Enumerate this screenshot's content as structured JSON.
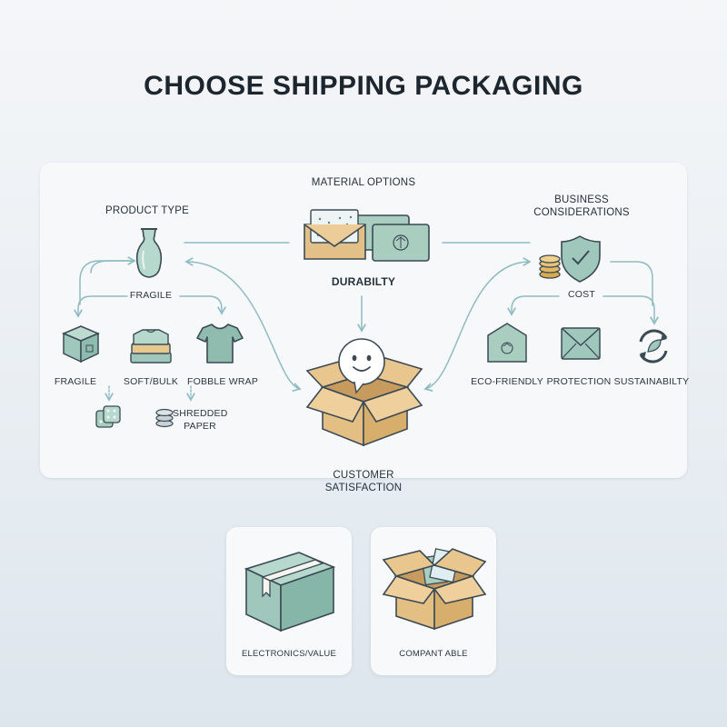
{
  "title": "CHOOSE SHIPPING PACKAGING",
  "nodes": {
    "product_type": "PRODUCT TYPE",
    "material_options": "MATERIAL OPTIONS",
    "business_considerations": "BUSINESS CONSIDERATIONS",
    "fragile_top": "FRAGILE",
    "durability": "DURABILTY",
    "cost": "COST",
    "fragile": "FRAGILE",
    "soft_bulk": "SOFT/BULK",
    "bubble_wrap": "FOBBLE WRAP",
    "shredded_paper": "SHREDDED PAPER",
    "eco_friendly": "ECO-FRIENDLY",
    "protection": "PROTECTION",
    "sustainability": "SUSTAINABILTY",
    "customer_satisfaction": "CUSTOMER SATISFACTION"
  },
  "cards": [
    {
      "label": "ELECTRONICS/VALUE"
    },
    {
      "label": "COMPANT  ABLE"
    }
  ],
  "colors": {
    "teal": "#9fc7bb",
    "teal_dark": "#3b4a54",
    "kraft": "#e1bd84",
    "connector": "#8fbcc2"
  }
}
